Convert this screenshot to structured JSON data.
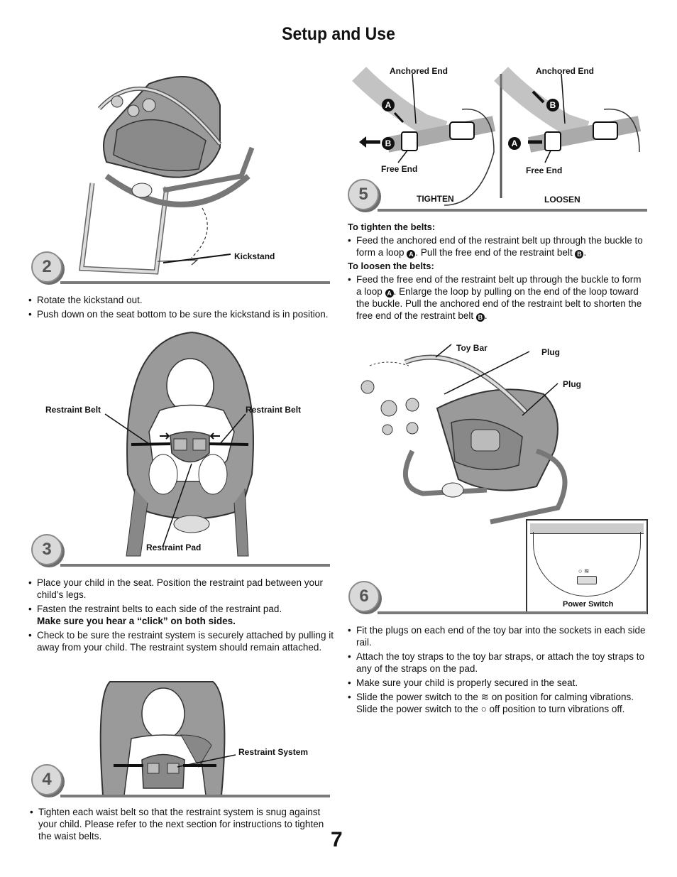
{
  "page": {
    "title": "Setup and Use",
    "number": "7"
  },
  "step2": {
    "badge": "2",
    "callouts": {
      "kickstand": "Kickstand"
    },
    "bullets": [
      "Rotate the kickstand out.",
      "Push down on the seat bottom to be sure the kickstand is in position."
    ]
  },
  "step3": {
    "badge": "3",
    "callouts": {
      "belt_left": "Restraint Belt",
      "belt_right": "Restraint Belt",
      "pad": "Restraint Pad"
    },
    "bullets": [
      "Place your child in the seat. Position the restraint pad between your child’s legs.",
      "Fasten the restraint belts to each side of the restraint pad.",
      "Check to be sure the restraint system is securely attached by pulling it away from your child. The restraint system should remain attached."
    ],
    "bullet2_bold": "Make sure you hear a “click” on both sides."
  },
  "step4": {
    "badge": "4",
    "callouts": {
      "system": "Restraint System"
    },
    "bullets": [
      "Tighten each waist belt so that the restraint system is snug against your child. Please refer to the next section for instructions to tighten the waist belts."
    ]
  },
  "step5": {
    "badge": "5",
    "left_panel": {
      "anchored": "Anchored End",
      "free": "Free End",
      "caption": "TIGHTEN",
      "marker_a": "A",
      "marker_b": "B"
    },
    "right_panel": {
      "anchored": "Anchored End",
      "free": "Free End",
      "caption": "LOOSEN",
      "marker_a": "A",
      "marker_b": "B"
    },
    "tighten_heading": "To tighten the belts:",
    "tighten_text_1": "Feed the anchored end of the restraint belt up through the buckle to form a loop",
    "tighten_text_2": ". Pull the free end of the restraint belt",
    "tighten_text_3": ".",
    "loosen_heading": "To loosen the belts:",
    "loosen_text_1": "Feed the free end of the restraint belt up through the buckle to form a loop",
    "loosen_text_2": ". Enlarge the loop by pulling on the end of the loop toward the buckle. Pull the anchored end of the restraint belt to shorten the free end of the restraint belt",
    "loosen_text_3": ".",
    "icon_a": "A",
    "icon_b": "B"
  },
  "step6": {
    "badge": "6",
    "callouts": {
      "toy_bar": "Toy Bar",
      "plug_1": "Plug",
      "plug_2": "Plug",
      "power_switch": "Power Switch"
    },
    "bullets": [
      "Fit the plugs on each end of the toy bar into the sockets in each side rail.",
      "Attach the toy straps to the toy bar straps, or attach the toy straps to any of the straps on the pad.",
      "Make sure your child is properly secured in the seat."
    ],
    "switch_text_1": "Slide the power switch to the",
    "switch_text_2": "on position for calming vibrations. Slide the power switch to the",
    "switch_text_3": "off position to turn vibrations off."
  }
}
